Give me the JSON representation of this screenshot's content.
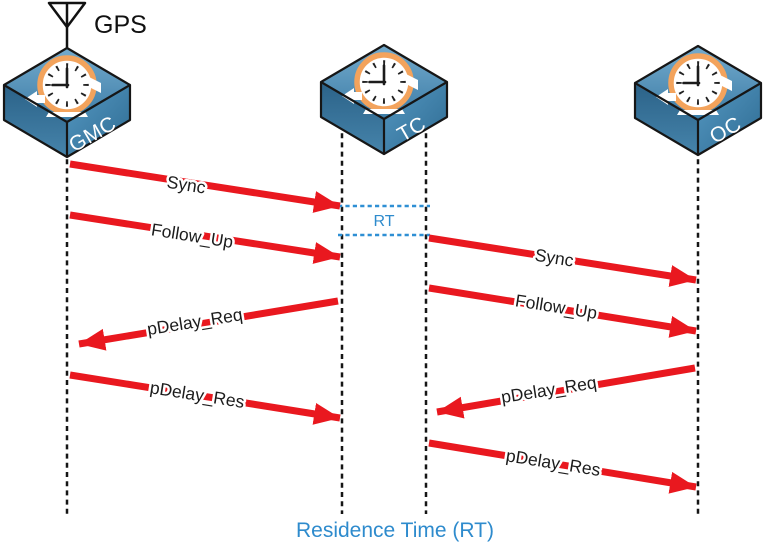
{
  "diagram": {
    "gps_label": "GPS",
    "rt_label": "RT",
    "caption": "Residence Time (RT)"
  },
  "devices": [
    {
      "name": "GMC"
    },
    {
      "name": "TC"
    },
    {
      "name": "OC"
    }
  ],
  "messages": [
    {
      "label": "Sync",
      "from": "GMC",
      "to": "TC"
    },
    {
      "label": "Follow_Up",
      "from": "GMC",
      "to": "TC"
    },
    {
      "label": "Sync",
      "from": "TC",
      "to": "OC"
    },
    {
      "label": "Follow_Up",
      "from": "TC",
      "to": "OC"
    },
    {
      "label": "pDelay_Req",
      "from": "TC",
      "to": "GMC"
    },
    {
      "label": "pDelay_Res",
      "from": "GMC",
      "to": "TC"
    },
    {
      "label": "pDelay_Req",
      "from": "OC",
      "to": "TC"
    },
    {
      "label": "pDelay_Res",
      "from": "TC",
      "to": "OC"
    }
  ],
  "colors": {
    "arrow_red": "#e9181f",
    "rt_blue": "#2e8bcd",
    "device_blue": "#4788b1",
    "clock_ring_orange": "#f3a35c",
    "line_black": "#151515"
  }
}
